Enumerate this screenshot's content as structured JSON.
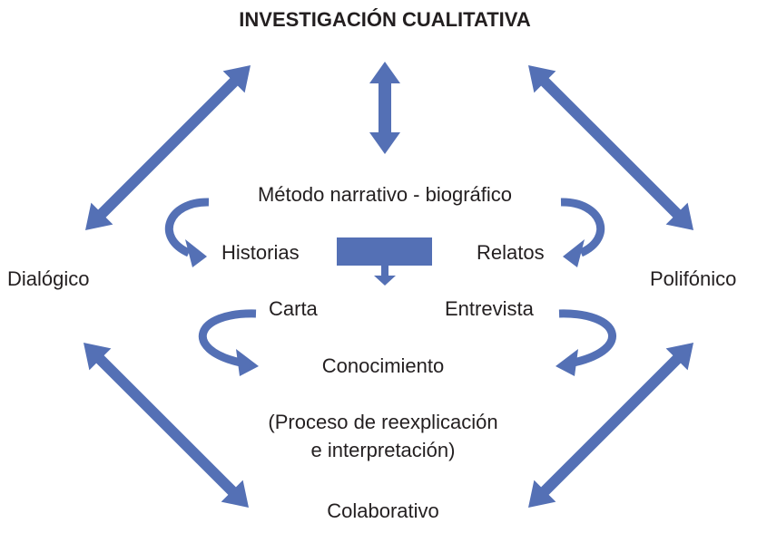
{
  "title": "INVESTIGACIÓN CUALITATIVA",
  "method": "Método narrativo - biográfico",
  "historias": "Historias",
  "relatos": "Relatos",
  "dialogico": "Dialógico",
  "polifonico": "Polifónico",
  "carta": "Carta",
  "entrevista": "Entrevista",
  "conocimiento": "Conocimiento",
  "proceso_line1": "(Proceso de reexplicación",
  "proceso_line2": "e interpretación)",
  "colaborativo": "Colaborativo",
  "colors": {
    "arrow": "#5470b5",
    "text": "#231f20"
  }
}
